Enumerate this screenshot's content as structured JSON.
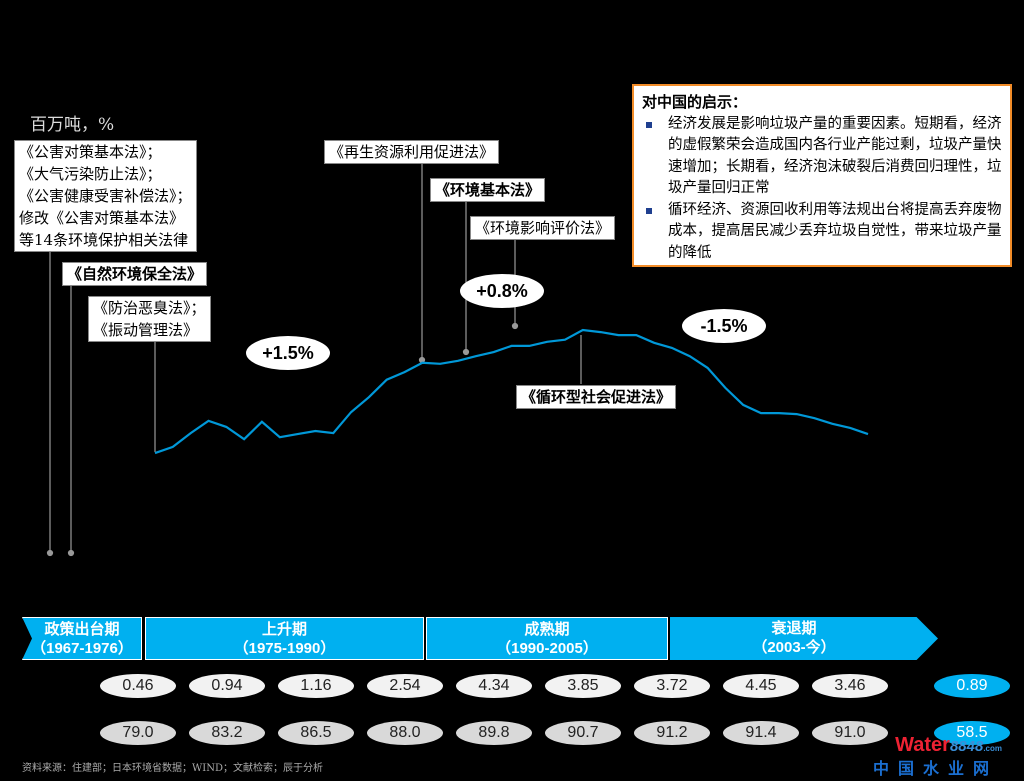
{
  "unit_label": "百万吨，%",
  "chart_data": {
    "type": "line",
    "title": "",
    "ylabel": "百万吨，%",
    "x": [
      1967,
      1968,
      1969,
      1970,
      1971,
      1972,
      1973,
      1974,
      1975,
      1976,
      1977,
      1978,
      1979,
      1980,
      1981,
      1982,
      1983,
      1984,
      1985,
      1986,
      1987,
      1988,
      1989,
      1990,
      1991,
      1992,
      1993,
      1994,
      1995,
      1996,
      1997,
      1998,
      1999,
      2000,
      2001,
      2002,
      2003,
      2004,
      2005,
      2006,
      2007
    ],
    "values": [
      30.0,
      31.2,
      33.9,
      36.3,
      35.1,
      32.7,
      36.1,
      33.1,
      33.7,
      34.3,
      33.9,
      38.0,
      40.9,
      44.3,
      45.8,
      47.6,
      47.4,
      48.0,
      48.9,
      49.7,
      50.9,
      50.9,
      51.7,
      52.1,
      54.0,
      53.6,
      53.0,
      53.0,
      51.5,
      50.5,
      48.9,
      46.6,
      42.7,
      39.4,
      37.8,
      37.8,
      37.6,
      36.8,
      35.7,
      34.9,
      33.7
    ],
    "line_color": "#0098d8",
    "ylim": [
      25,
      60
    ],
    "grid": false,
    "annotations": [
      {
        "text": "《公害对策基本法》；\n《大气污染防止法》；\n《公害健康受害补偿法》；\n修改《公害对策基本法》\n等14条环境保护相关法律",
        "year": 1967
      },
      {
        "text": "《自然环境保全法》",
        "year": 1968
      },
      {
        "text": "《防治恶臭法》；\n《振动管理法》",
        "year": 1967
      },
      {
        "text": "《再生资源利用促进法》",
        "year": 1982
      },
      {
        "text": "《环境基本法》",
        "year": 1984
      },
      {
        "text": "《环境影响评价法》",
        "year": 1987
      },
      {
        "text": "《循环型社会促进法》",
        "year": 1991
      }
    ],
    "growth_labels": [
      "+1.5%",
      "+0.8%",
      "-1.5%"
    ]
  },
  "note": {
    "title": "对中国的启示：",
    "bullets": [
      "经济发展是影响垃圾产量的重要因素。短期看，经济的虚假繁荣会造成国内各行业产能过剩，垃圾产量快速增加；长期看，经济泡沫破裂后消费回归理性，垃圾产量回归正常",
      "循环经济、资源回收利用等法规出台将提高丢弃废物成本，提高居民减少丢弃垃圾自觉性，带来垃圾产量的降低"
    ]
  },
  "phases": [
    {
      "name": "政策出台期",
      "years": "（1967-1976）"
    },
    {
      "name": "上升期",
      "years": "（1975-1990）"
    },
    {
      "name": "成熟期",
      "years": "（1990-2005）"
    },
    {
      "name": "衰退期",
      "years": "（2003-今）"
    }
  ],
  "row1": [
    "0.46",
    "0.94",
    "1.16",
    "2.54",
    "4.34",
    "3.85",
    "3.72",
    "4.45",
    "3.46",
    "0.89"
  ],
  "row2": [
    "79.0",
    "83.2",
    "86.5",
    "88.0",
    "89.8",
    "90.7",
    "91.2",
    "91.4",
    "91.0",
    "58.5"
  ],
  "source": "资料来源：住建部；日本环境省数据；WIND；文献检索；辰于分析",
  "logo": {
    "brand": "Water",
    "num": "8848",
    "com": ".com",
    "cn": "中国水业网"
  }
}
